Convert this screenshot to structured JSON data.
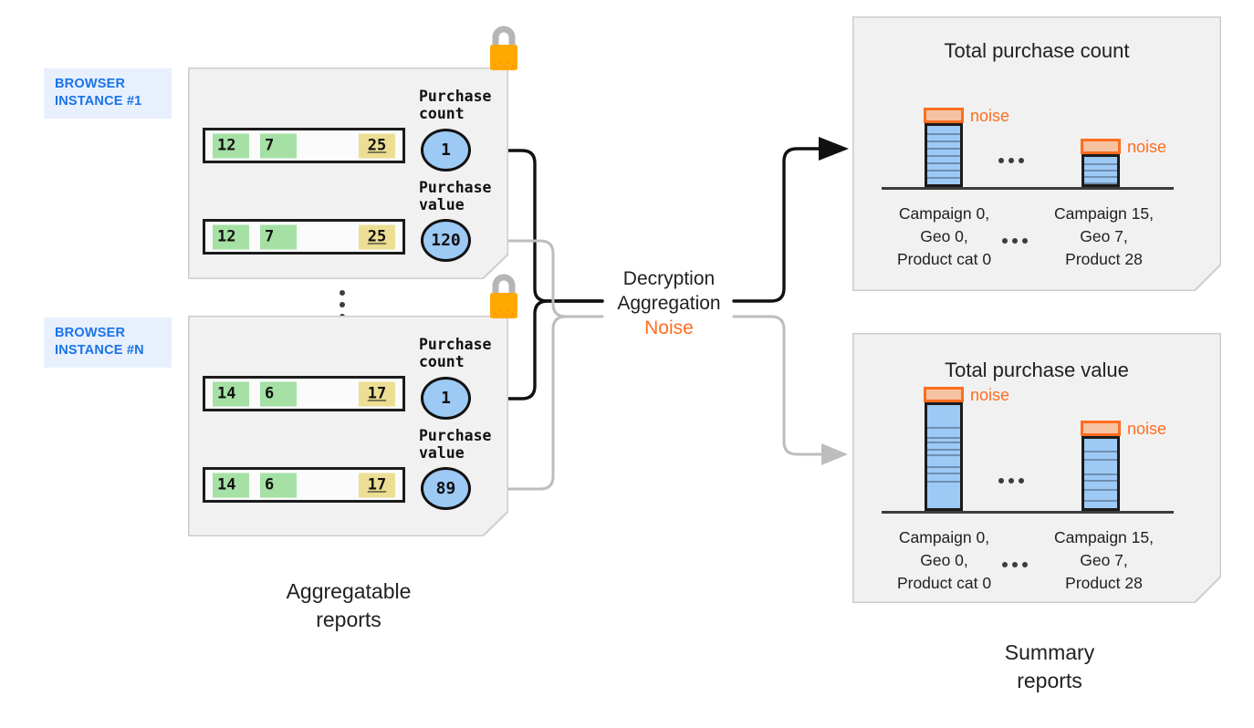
{
  "diagram": {
    "title": "Aggregatable reports to summary reports flow",
    "colors": {
      "badge_bg": "#e8f0fe",
      "badge_text": "#1a73e8",
      "card_bg": "#f1f1f1",
      "cell_green": "#a5e0a5",
      "cell_yellow": "#ecdf94",
      "bubble_blue": "#9dc9f5",
      "lock_orange": "#ffa800",
      "lock_shackle": "#b5b5b5",
      "noise_orange": "#ff6d1f",
      "noise_fill": "#f6c3a2",
      "bar_blue": "#9dc9f5",
      "wire_black": "#111111",
      "wire_gray": "#bdbdbd"
    }
  },
  "left": {
    "caption": "Aggregatable\nreports",
    "instances": [
      {
        "badge": "BROWSER\nINSTANCE #1",
        "lock_icon": "padlock-icon",
        "rows": [
          {
            "metric_label": "Purchase\ncount",
            "cells": [
              "12",
              "7",
              "25"
            ],
            "bubble_value": "1"
          },
          {
            "metric_label": "Purchase\nvalue",
            "cells": [
              "12",
              "7",
              "25"
            ],
            "bubble_value": "120"
          }
        ]
      },
      {
        "badge": "BROWSER\nINSTANCE #N",
        "lock_icon": "padlock-icon",
        "rows": [
          {
            "metric_label": "Purchase\ncount",
            "cells": [
              "14",
              "6",
              "17"
            ],
            "bubble_value": "1"
          },
          {
            "metric_label": "Purchase\nvalue",
            "cells": [
              "14",
              "6",
              "17"
            ],
            "bubble_value": "89"
          }
        ]
      }
    ],
    "ellipsis": "vertical-ellipsis"
  },
  "hub": {
    "line1": "Decryption",
    "line2": "Aggregation",
    "line3": "Noise"
  },
  "right": {
    "caption": "Summary\nreports",
    "cards": [
      {
        "title": "Total purchase count",
        "noise_label_1": "noise",
        "noise_label_2": "noise",
        "ellipsis": "horizontal-ellipsis",
        "categories": [
          "Campaign 0,\nGeo 0,\nProduct cat 0",
          "Campaign 15,\nGeo 7,\nProduct 28"
        ]
      },
      {
        "title": "Total purchase value",
        "noise_label_1": "noise",
        "noise_label_2": "noise",
        "ellipsis": "horizontal-ellipsis",
        "categories": [
          "Campaign 0,\nGeo 0,\nProduct cat 0",
          "Campaign 15,\nGeo 7,\nProduct 28"
        ]
      }
    ]
  },
  "chart_data": [
    {
      "type": "bar",
      "title": "Total purchase count",
      "categories": [
        "Campaign 0, Geo 0, Product cat 0",
        "Campaign 15, Geo 7, Product 28"
      ],
      "values": [
        9,
        5
      ],
      "noise": [
        1,
        1
      ],
      "ylabel": "",
      "xlabel": "",
      "ylim": [
        0,
        12
      ],
      "grid": false,
      "legend": [
        "noise"
      ],
      "annotations": [
        "noise",
        "noise",
        "..."
      ],
      "segments": [
        [
          1,
          1,
          1,
          1,
          1,
          1,
          1,
          1,
          1
        ],
        [
          1,
          1,
          1,
          1,
          1
        ]
      ]
    },
    {
      "type": "bar",
      "title": "Total purchase value",
      "categories": [
        "Campaign 0, Geo 0, Product cat 0",
        "Campaign 15, Geo 7, Product 28"
      ],
      "values": [
        120,
        89
      ],
      "noise": [
        10,
        10
      ],
      "ylabel": "",
      "xlabel": "",
      "ylim": [
        0,
        140
      ],
      "grid": false,
      "legend": [
        "noise"
      ],
      "annotations": [
        "noise",
        "noise",
        "..."
      ],
      "segments": [
        [
          26,
          12,
          5,
          9,
          6,
          14,
          7,
          10,
          31
        ],
        [
          14,
          9,
          17,
          7,
          11,
          13,
          18
        ]
      ]
    }
  ]
}
